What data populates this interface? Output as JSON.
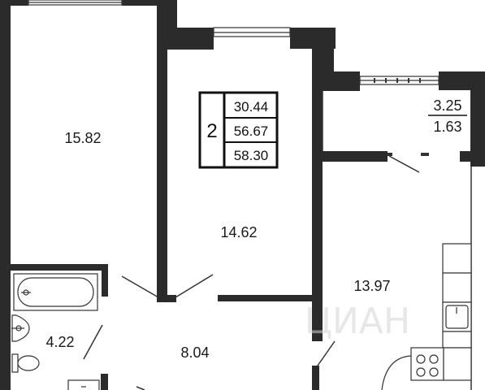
{
  "summary": {
    "rooms": "2",
    "living_area": "30.44",
    "kitchen_area": "56.67",
    "total_area": "58.30"
  },
  "rooms": {
    "bedroom": "15.82",
    "living_room": "14.62",
    "kitchen": "13.97",
    "balcony_top": "3.25",
    "balcony_bottom": "1.63",
    "bathroom": "4.22",
    "hallway": "8.04"
  },
  "watermark": "ЦИАН",
  "colors": {
    "wall": "#2b2b2b",
    "background": "#ffffff",
    "line": "#333333"
  }
}
